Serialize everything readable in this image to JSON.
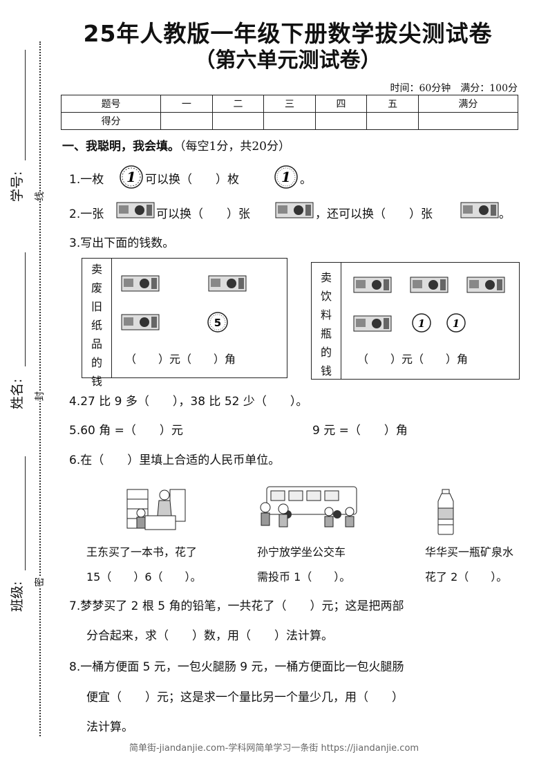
{
  "title": "25年人教版一年级下册数学拔尖测试卷",
  "subtitle": "（第六单元测试卷）",
  "meta": "时间：60分钟　满分：100分",
  "score_table": {
    "headers": [
      "题号",
      "一",
      "二",
      "三",
      "四",
      "五",
      "满分"
    ],
    "row_label": "得分"
  },
  "sidebar": {
    "student_no": "学号:",
    "name": "姓名:",
    "class": "班级:",
    "seal_chars": [
      "线",
      "封",
      "密"
    ]
  },
  "section1": {
    "heading": "一、我聪明，我会填。",
    "note": "（每空1分，共20分）"
  },
  "q1": {
    "a": "1.一枚",
    "b": "可以换（　　）枚",
    "c": "。",
    "coin": "1"
  },
  "q2": {
    "a": "2.一张",
    "b": "可以换（　　）张",
    "c": "，还可以换（　　）张",
    "d": "。"
  },
  "q3": {
    "text": "3.写出下面的钱数。"
  },
  "box_left": {
    "label": [
      "卖",
      "废",
      "旧",
      "纸",
      "品",
      "的",
      "钱"
    ],
    "answer": "（　　）元（　　）角",
    "coin": "5"
  },
  "box_right": {
    "label": [
      "卖",
      "饮",
      "料",
      "瓶",
      "的",
      "钱"
    ],
    "answer": "（　　）元（　　）角",
    "coin": "1"
  },
  "q4": {
    "text": "4.27 比 9 多（　　），38 比 52 少（　　）。"
  },
  "q5": {
    "a": "5.60 角 =（　　）元",
    "b": "9 元 =（　　）角"
  },
  "q6": {
    "text": "6.在（　　）里填上合适的人民币单位。"
  },
  "q6_items": [
    {
      "l1": "王东买了一本书，花了",
      "l2": "15（　　）6（　　）。"
    },
    {
      "l1": "孙宁放学坐公交车",
      "l2": "需投币 1（　　）。"
    },
    {
      "l1": "华华买一瓶矿泉水",
      "l2": "花了 2（　　）。"
    }
  ],
  "q7": {
    "l1": "7.梦梦买了 2 根 5 角的铅笔，一共花了（　　）元；这是把两部",
    "l2": "分合起来，求（　　）数，用（　　）法计算。"
  },
  "q8": {
    "l1": "8.一桶方便面 5 元，一包火腿肠 9 元，一桶方便面比一包火腿肠",
    "l2": "便宜（　　）元；这是求一个量比另一个量少几，用（　　）",
    "l3": "法计算。"
  },
  "footer": "简单街-jiandanjie.com-学科网简单学习一条街 https://jiandanjie.com"
}
